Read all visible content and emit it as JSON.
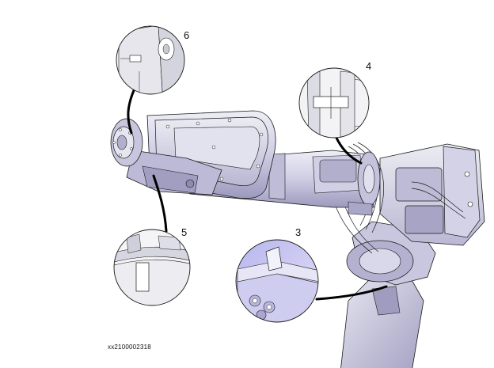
{
  "callouts": [
    {
      "number": "6"
    },
    {
      "number": "4"
    },
    {
      "number": "5"
    },
    {
      "number": "3"
    }
  ],
  "image_id": "xx2100002318",
  "colors": {
    "robot_body": "#d6d4e6",
    "robot_shadow": "#a9a6c7",
    "robot_dark": "#8e8cae",
    "outline": "#1a1a1a",
    "detail_fill": "#ececf2",
    "highlight": "#c4c2f0"
  }
}
